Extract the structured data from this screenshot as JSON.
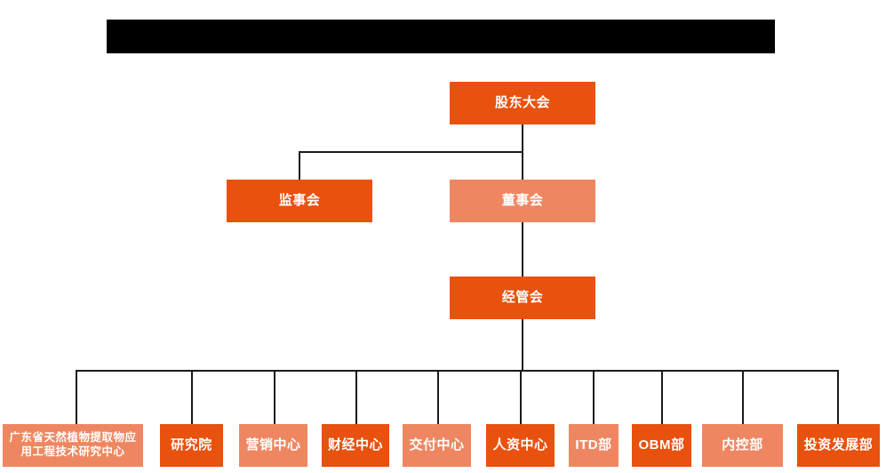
{
  "diagram": {
    "type": "organization-chart",
    "title_bar": {
      "label": "",
      "redacted": true,
      "color": "#000000"
    },
    "colors": {
      "primary": "#E8510E",
      "secondary": "#EE8761",
      "connector": "#1a1a1a",
      "background": "#ffffff",
      "text": "#ffffff"
    },
    "levels": {
      "level1": [
        {
          "id": "shareholders",
          "label": "股东大会",
          "style": "primary"
        }
      ],
      "level2": [
        {
          "id": "supervisors",
          "label": "监事会",
          "style": "primary"
        },
        {
          "id": "board",
          "label": "董事会",
          "style": "secondary"
        }
      ],
      "level3": [
        {
          "id": "management",
          "label": "经管会",
          "style": "primary"
        }
      ],
      "level4": [
        {
          "id": "research-center",
          "label": "广东省天然植物提取物应用工程技术研究中心",
          "style": "secondary"
        },
        {
          "id": "institute",
          "label": "研究院",
          "style": "primary"
        },
        {
          "id": "marketing-center",
          "label": "营销中心",
          "style": "secondary"
        },
        {
          "id": "finance-center",
          "label": "财经中心",
          "style": "primary"
        },
        {
          "id": "delivery-center",
          "label": "交付中心",
          "style": "secondary"
        },
        {
          "id": "hr-center",
          "label": "人资中心",
          "style": "primary"
        },
        {
          "id": "itd-dept",
          "label": "ITD部",
          "style": "secondary"
        },
        {
          "id": "obm-dept",
          "label": "OBM部",
          "style": "primary"
        },
        {
          "id": "internal-control-dept",
          "label": "内控部",
          "style": "secondary"
        },
        {
          "id": "investment-development-dept",
          "label": "投资发展部",
          "style": "primary"
        }
      ]
    }
  }
}
